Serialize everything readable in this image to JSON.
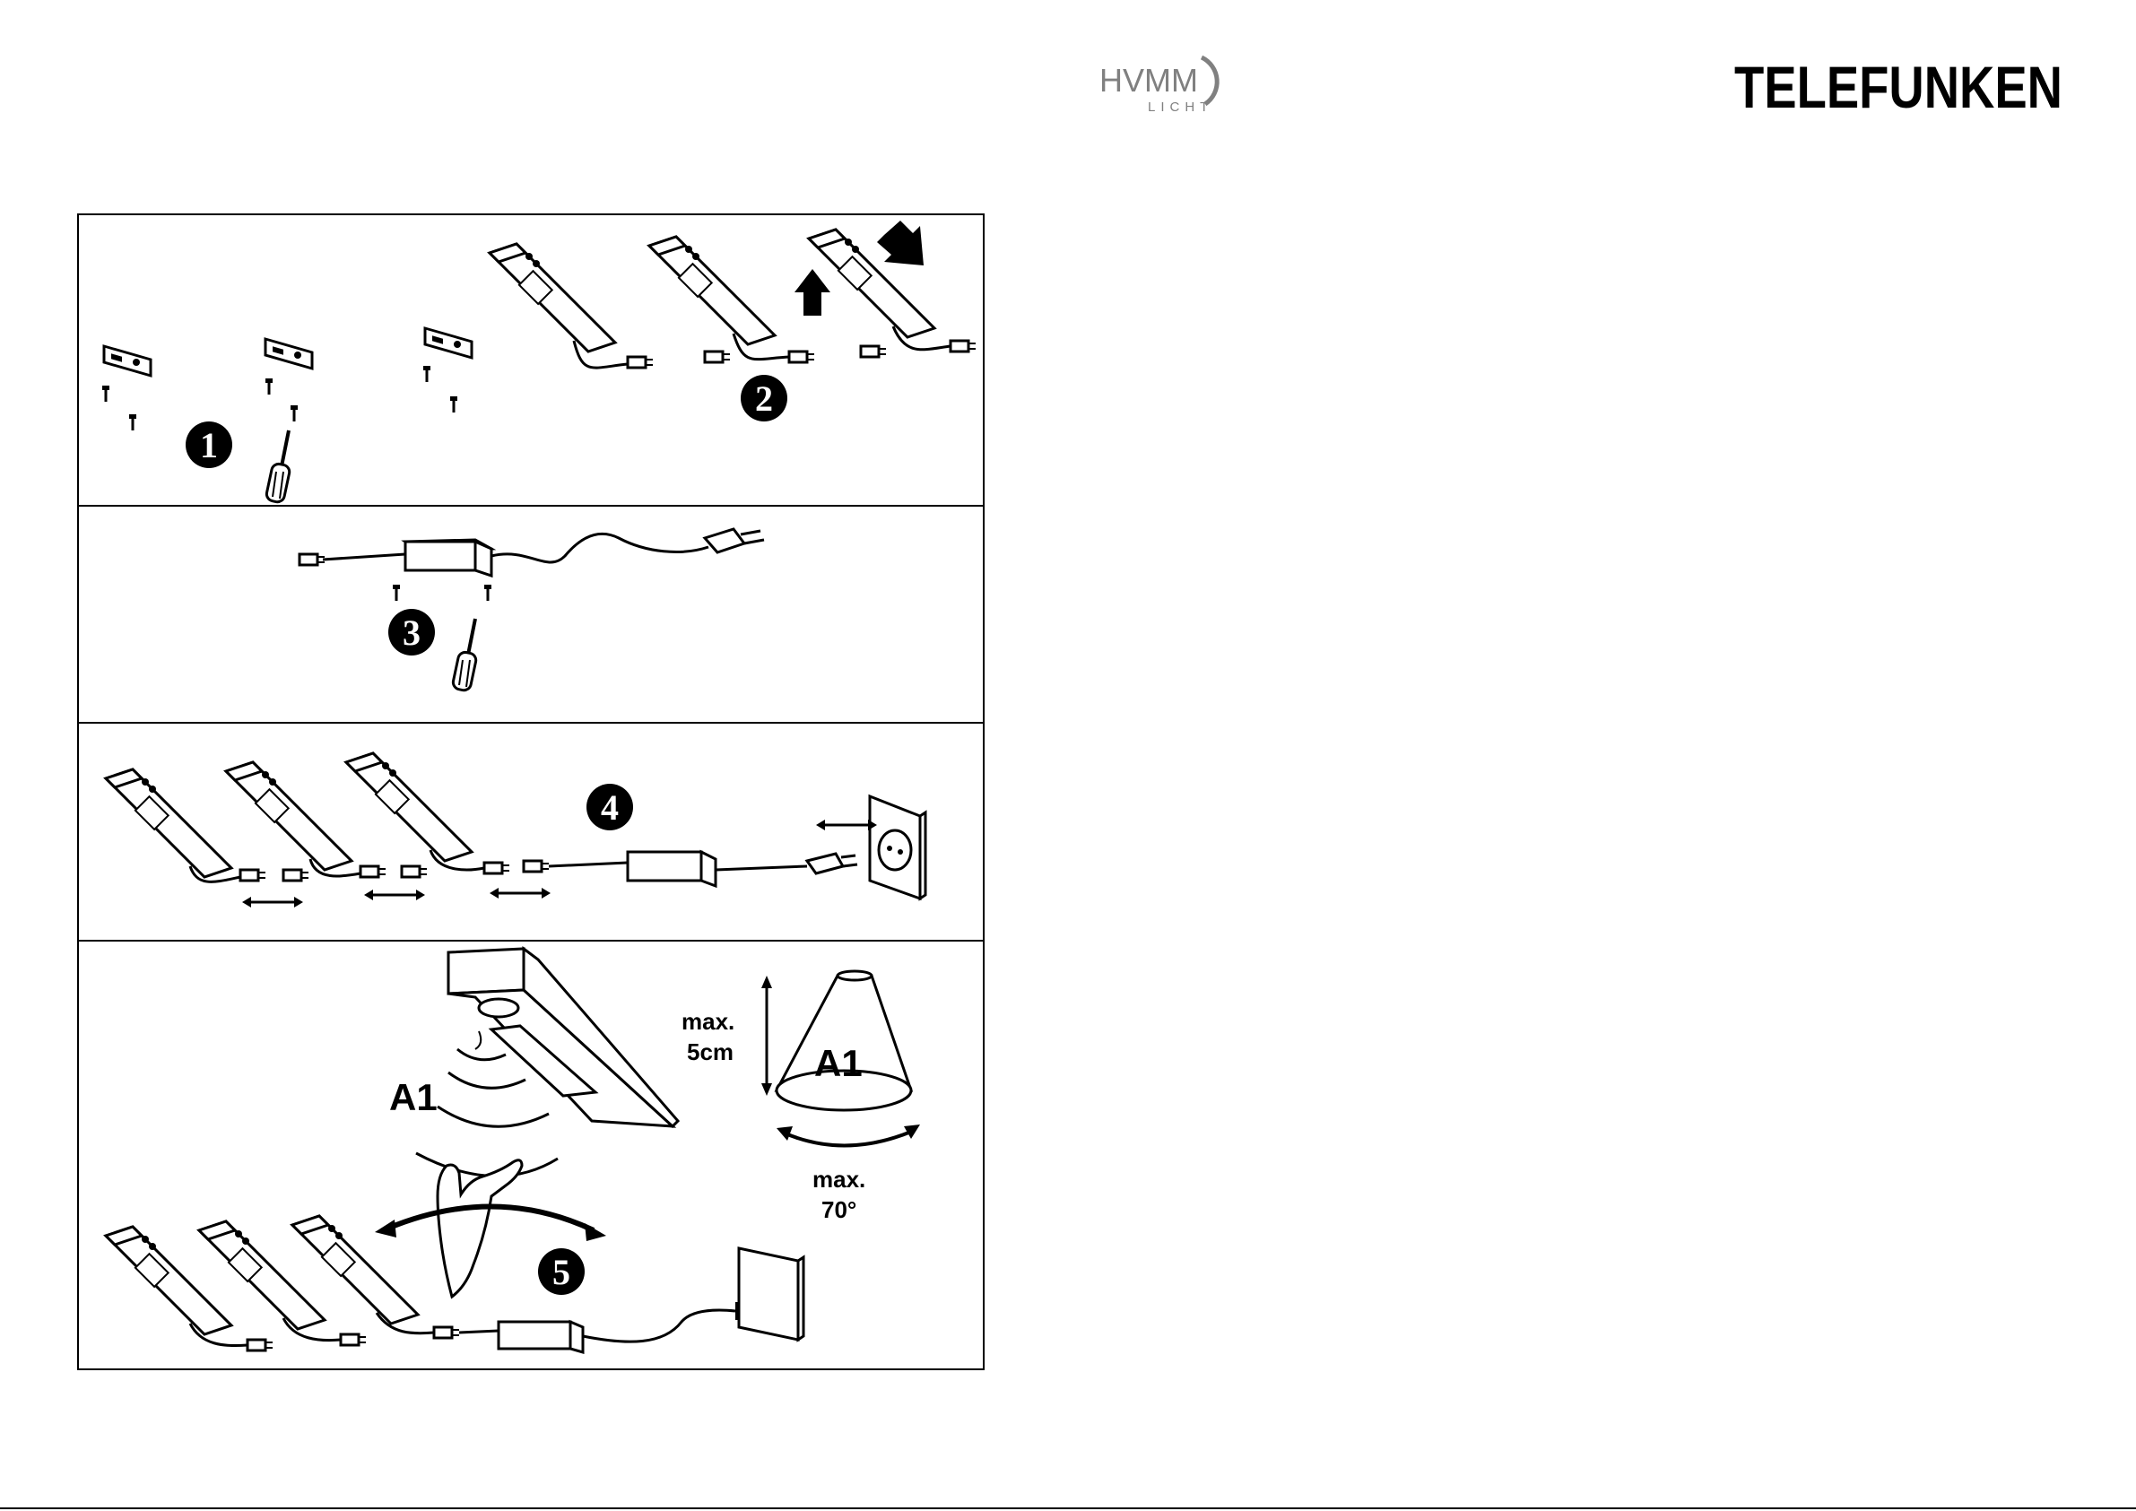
{
  "header": {
    "logo_hvmm": {
      "main": "HVMM",
      "sub": "LICHT"
    },
    "logo_telefunken": "TELEFUNKEN"
  },
  "steps": [
    {
      "number": "1"
    },
    {
      "number": "2"
    },
    {
      "number": "3"
    },
    {
      "number": "4"
    },
    {
      "number": "5"
    }
  ],
  "sensor_panel": {
    "sensor_label": "A1",
    "cone_label": "A1",
    "distance_label_line1": "max.",
    "distance_label_line2": "5cm",
    "angle_label_line1": "max.",
    "angle_label_line2": "70°"
  },
  "colors": {
    "ink": "#000000",
    "logo_grey": "#808080",
    "paper": "#ffffff"
  }
}
